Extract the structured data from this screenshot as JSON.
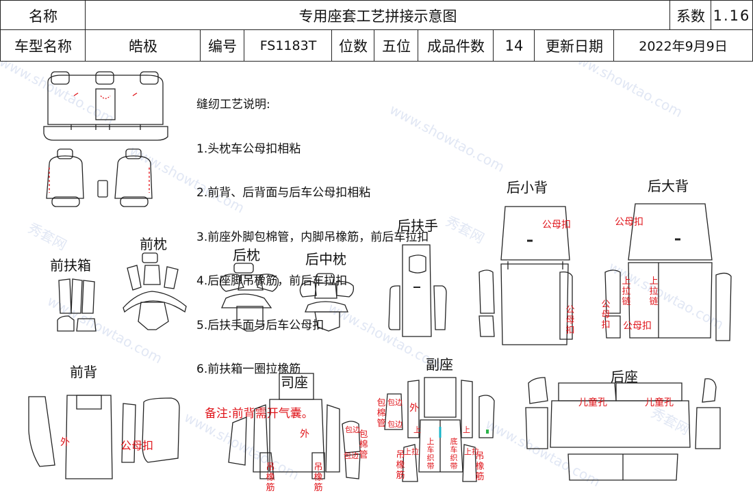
{
  "header": {
    "name_label": "名称",
    "title": "专用座套工艺拼接示意图",
    "coef_label": "系数",
    "coef_value": "1.16",
    "model_label": "车型名称",
    "model_value": "皓极",
    "code_label": "编号",
    "code_value": "FS1183T",
    "pos_label": "位数",
    "pos_value": "五位",
    "pieces_label": "成品件数",
    "pieces_value": "14",
    "date_label": "更新日期",
    "date_value": "2022年9月9日"
  },
  "notes": {
    "title": "缝纫工艺说明:",
    "items": [
      "1.头枕车公母扣相粘",
      "2.前背、后背面与后车公母扣相粘",
      "3.前座外脚包棉管，内脚吊橡筋，前后车拉扣",
      "4.后座脚吊橡筋，前后车拉扣",
      "5.后扶手面与后车公母扣",
      "6.前扶箱一圈拉橡筋"
    ],
    "remark": "备注:前背需开气囊。"
  },
  "sections": {
    "front_armbox": "前扶箱",
    "front_pillow": "前枕",
    "rear_pillow": "后枕",
    "rear_mid_pillow": "后中枕",
    "rear_armrest": "后扶手",
    "rear_small_back": "后小背",
    "rear_big_back": "后大背",
    "front_back": "前背",
    "driver_seat": "司座",
    "passenger_seat": "副座",
    "rear_seat": "后座"
  },
  "annotations": {
    "snap": "公母扣",
    "outer": "外",
    "child_hole": "儿童孔",
    "elastic": "吊橡筋",
    "cotton_pipe": "包棉管",
    "wrap_edge": "包边",
    "pull_chain": "拉链",
    "up": "上",
    "up_car_strip": "上车织带",
    "bottom_strip": "底车织带",
    "up_pull": "上拉链",
    "pull": "上拉"
  },
  "watermark": {
    "site": "www.showtao.com",
    "brand": "秀套网"
  },
  "colors": {
    "annotation": "#e0141a",
    "line": "#222222",
    "watermark": "#c9d4ec"
  }
}
